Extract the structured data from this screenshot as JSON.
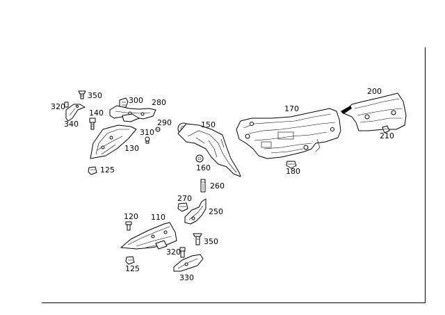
{
  "diagram": {
    "labels": {
      "l350a": "350",
      "l300": "300",
      "l280": "280",
      "l320a": "320",
      "l140": "140",
      "l340": "340",
      "l150": "150",
      "l170": "170",
      "l200": "200",
      "l290": "290",
      "l310": "310",
      "l130": "130",
      "l210": "210",
      "l160": "160",
      "l125a": "125",
      "l180": "180",
      "l260": "260",
      "l270": "270",
      "l250": "250",
      "l120": "120",
      "l110": "110",
      "l350b": "350",
      "l320b": "320",
      "l125b": "125",
      "l330": "330"
    }
  }
}
